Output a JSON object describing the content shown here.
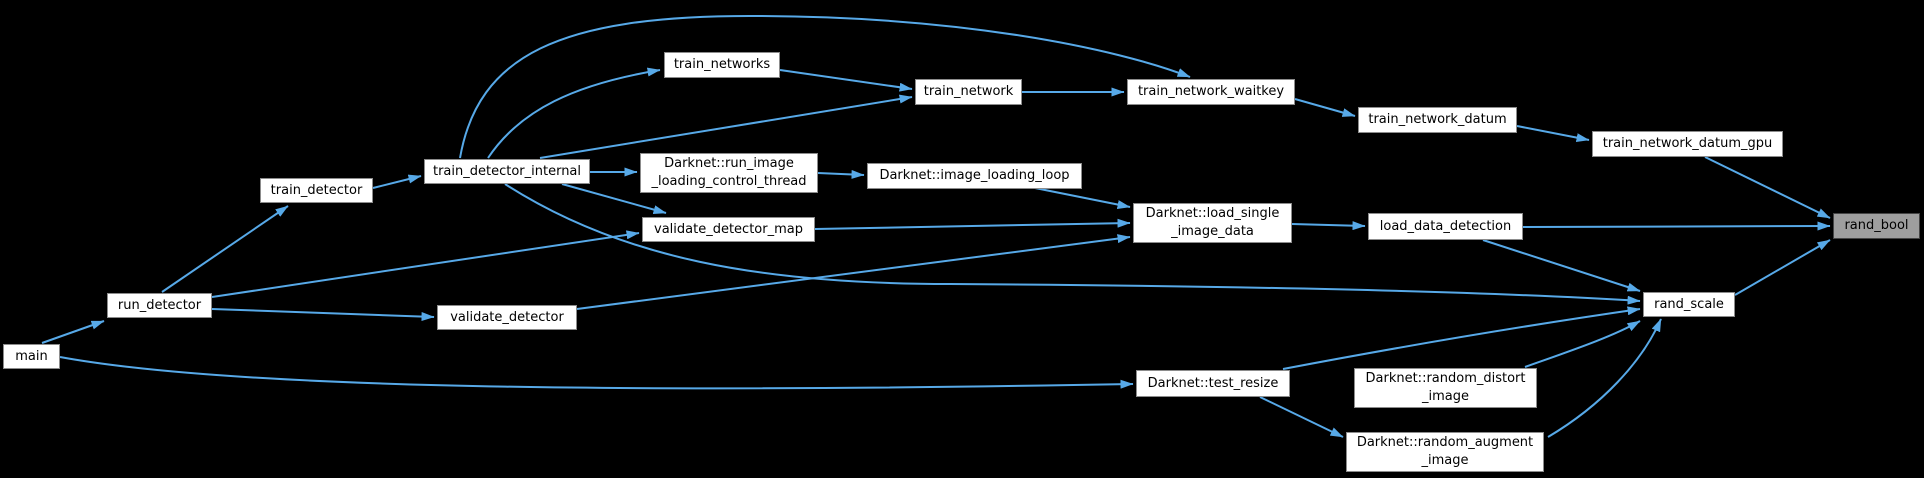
{
  "diagram": {
    "kind": "doxygen-caller-graph",
    "highlighted_node": "rand_bool",
    "background_color": "#000000",
    "edge_color": "#57a9e8",
    "node_fill": "#ffffff",
    "node_border": "#8c8c8c",
    "highlight_fill": "#9e9e9e",
    "highlight_border": "#454545",
    "text_color": "#000000"
  },
  "nodes": [
    {
      "id": "main",
      "label": "main"
    },
    {
      "id": "run_detector",
      "label": "run_detector"
    },
    {
      "id": "train_detector",
      "label": "train_detector"
    },
    {
      "id": "validate_detector",
      "label": "validate_detector"
    },
    {
      "id": "train_detector_internal",
      "label": "train_detector_internal"
    },
    {
      "id": "train_networks",
      "label": "train_networks"
    },
    {
      "id": "train_network",
      "label": "train_network"
    },
    {
      "id": "train_network_waitkey",
      "label": "train_network_waitkey"
    },
    {
      "id": "train_network_datum",
      "label": "train_network_datum"
    },
    {
      "id": "train_network_datum_gpu",
      "label": "train_network_datum_gpu"
    },
    {
      "id": "run_image_loading_control_thread",
      "label": "Darknet::run_image\n_loading_control_thread"
    },
    {
      "id": "image_loading_loop",
      "label": "Darknet::image_loading_loop"
    },
    {
      "id": "validate_detector_map",
      "label": "validate_detector_map"
    },
    {
      "id": "load_single_image_data",
      "label": "Darknet::load_single\n_image_data"
    },
    {
      "id": "load_data_detection",
      "label": "load_data_detection"
    },
    {
      "id": "rand_scale",
      "label": "rand_scale"
    },
    {
      "id": "rand_bool",
      "label": "rand_bool"
    },
    {
      "id": "test_resize",
      "label": "Darknet::test_resize"
    },
    {
      "id": "random_distort_image",
      "label": "Darknet::random_distort\n_image"
    },
    {
      "id": "random_augment_image",
      "label": "Darknet::random_augment\n_image"
    }
  ],
  "edges": [
    {
      "from": "main",
      "to": "run_detector"
    },
    {
      "from": "main",
      "to": "test_resize"
    },
    {
      "from": "run_detector",
      "to": "train_detector"
    },
    {
      "from": "run_detector",
      "to": "validate_detector"
    },
    {
      "from": "run_detector",
      "to": "validate_detector_map"
    },
    {
      "from": "train_detector",
      "to": "train_detector_internal"
    },
    {
      "from": "train_detector_internal",
      "to": "train_networks"
    },
    {
      "from": "train_detector_internal",
      "to": "train_network"
    },
    {
      "from": "train_detector_internal",
      "to": "train_network_waitkey"
    },
    {
      "from": "train_detector_internal",
      "to": "run_image_loading_control_thread"
    },
    {
      "from": "train_detector_internal",
      "to": "validate_detector_map"
    },
    {
      "from": "train_detector_internal",
      "to": "rand_scale"
    },
    {
      "from": "train_networks",
      "to": "train_network"
    },
    {
      "from": "train_network",
      "to": "train_network_waitkey"
    },
    {
      "from": "train_network_waitkey",
      "to": "train_network_datum"
    },
    {
      "from": "train_network_datum",
      "to": "train_network_datum_gpu"
    },
    {
      "from": "train_network_datum_gpu",
      "to": "rand_bool"
    },
    {
      "from": "run_image_loading_control_thread",
      "to": "image_loading_loop"
    },
    {
      "from": "image_loading_loop",
      "to": "load_single_image_data"
    },
    {
      "from": "validate_detector_map",
      "to": "load_single_image_data"
    },
    {
      "from": "validate_detector",
      "to": "load_single_image_data"
    },
    {
      "from": "load_single_image_data",
      "to": "load_data_detection"
    },
    {
      "from": "load_data_detection",
      "to": "rand_bool"
    },
    {
      "from": "load_data_detection",
      "to": "rand_scale"
    },
    {
      "from": "test_resize",
      "to": "random_augment_image"
    },
    {
      "from": "test_resize",
      "to": "rand_scale"
    },
    {
      "from": "random_distort_image",
      "to": "rand_scale"
    },
    {
      "from": "random_augment_image",
      "to": "rand_scale"
    },
    {
      "from": "rand_scale",
      "to": "rand_bool"
    }
  ]
}
